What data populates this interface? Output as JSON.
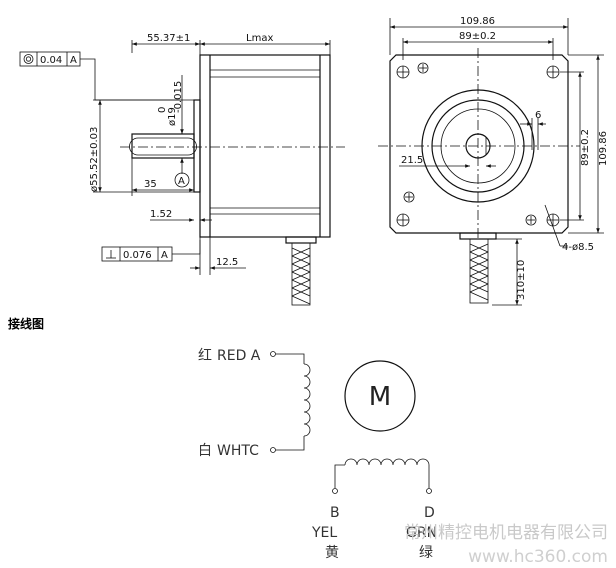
{
  "side_view": {
    "flatness_value": "0.04",
    "flatness_ref": "A",
    "flange_length": "55.37±1",
    "body_length": "Lmax",
    "pilot_tol_upper": "0",
    "pilot_tol_lower": "-0.015",
    "pilot_diameter": "ø19",
    "shaft_diameter": "ø55.52±0.03",
    "shaft_length": "35",
    "datum": "A",
    "flange_thickness": "1.52",
    "perp_value": "0.076",
    "perp_ref": "A",
    "step": "12.5"
  },
  "front_view": {
    "overall_width": "109.86",
    "hole_spacing_h": "89±0.2",
    "hole_spacing_v": "89±0.2",
    "overall_height": "109.86",
    "flat_width": "6",
    "flat_depth": "21.5",
    "holes": "4-ø8.5",
    "lead_length": "310±10"
  },
  "wiring": {
    "title": "接线图",
    "wire_a_cn": "红",
    "wire_a": "RED A",
    "wire_c_cn": "白",
    "wire_c": "WHTC",
    "motor": "M",
    "term_b": "B",
    "term_d": "D",
    "wire_b": "YEL",
    "wire_d": "GRN",
    "wire_b_cn": "黄",
    "wire_d_cn": "绿"
  },
  "watermark": {
    "company": "常州精控电机电器有限公司",
    "url": "www.hc360.com"
  }
}
